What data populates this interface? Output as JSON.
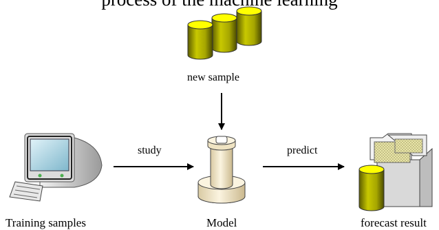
{
  "caption_fragment": "process of the machine learning",
  "nodes": {
    "new_sample": "new sample",
    "training_samples": "Training samples",
    "model": "Model",
    "forecast_result": "forecast result"
  },
  "edges": {
    "study": "study",
    "predict": "predict"
  },
  "colors": {
    "cylinder_yellow": "#ffff00",
    "cylinder_olive": "#8c8c00",
    "model_cream": "#f2e8cc",
    "arrow": "#000000"
  }
}
